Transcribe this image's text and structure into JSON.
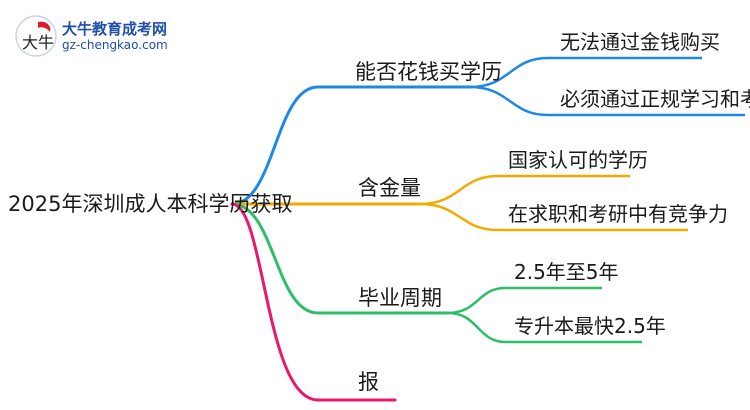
{
  "logo": {
    "name_cn": "大牛教育成考网",
    "domain": "gz-chengkao.com",
    "mark_text": "大牛"
  },
  "root": {
    "label": "2025年深圳成人本科学历获取"
  },
  "branches": [
    {
      "label": "能否花钱买学历",
      "color": "#1e88e5",
      "children": [
        "无法通过金钱购买",
        "必须通过正规学习和考试"
      ]
    },
    {
      "label": "含金量",
      "color": "#f2a900",
      "children": [
        "国家认可的学历",
        "在求职和考研中有竞争力"
      ]
    },
    {
      "label": "毕业周期",
      "color": "#2bbf6a",
      "children": [
        "2.5年至5年",
        "专升本最快2.5年"
      ]
    },
    {
      "label": "报",
      "color": "#e8196b",
      "children": []
    }
  ]
}
